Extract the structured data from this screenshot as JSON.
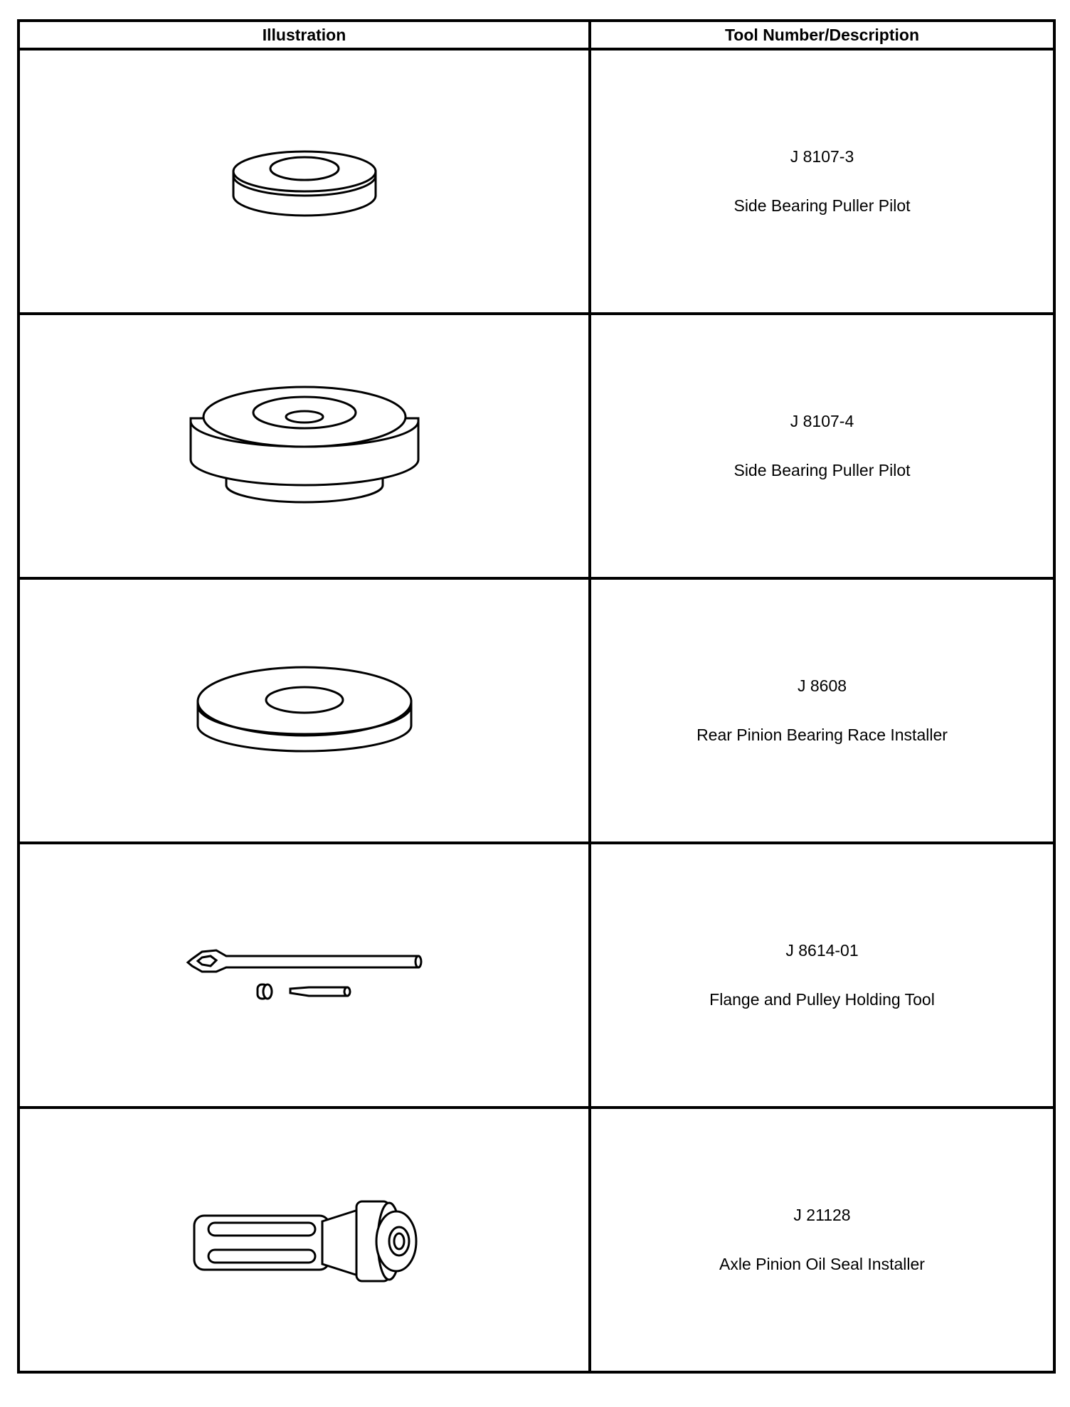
{
  "header": {
    "illustration": "Illustration",
    "tool": "Tool Number/Description"
  },
  "tools": [
    {
      "number": "J 8107-3",
      "description": "Side Bearing Puller Pilot",
      "icon": "side-bearing-puller-pilot-small-icon"
    },
    {
      "number": "J 8107-4",
      "description": "Side Bearing Puller Pilot",
      "icon": "side-bearing-puller-pilot-large-icon"
    },
    {
      "number": "J 8608",
      "description": "Rear Pinion Bearing Race Installer",
      "icon": "pinion-race-installer-icon"
    },
    {
      "number": "J 8614-01",
      "description": "Flange and Pulley Holding Tool",
      "icon": "holding-tool-icon"
    },
    {
      "number": "J 21128",
      "description": "Axle Pinion Oil Seal Installer",
      "icon": "oil-seal-installer-icon"
    }
  ]
}
